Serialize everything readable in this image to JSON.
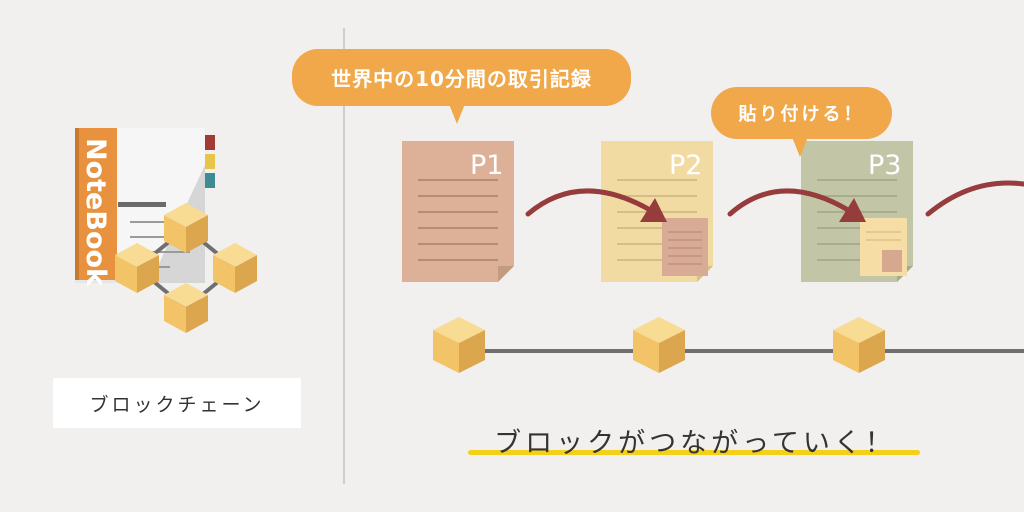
{
  "notebook": {
    "title": "NoteBook"
  },
  "label": "ブロックチェーン",
  "bubbles": {
    "record": "世界中の10分間の取引記録",
    "attach": "貼り付ける！"
  },
  "pages": [
    {
      "label": "P1",
      "color": "#dcb197"
    },
    {
      "label": "P2",
      "color": "#f2dba2"
    },
    {
      "label": "P3",
      "color": "#c3c6a6"
    }
  ],
  "caption": "ブロックがつながっていく！",
  "colors": {
    "background": "#f1f0ef",
    "bubble": "#f1a84a",
    "arrow": "#963c3c",
    "cube": "#f2c467",
    "chain_line": "#6f6f6f",
    "underline": "#f4d019",
    "notebook_spine": "#e8923f"
  }
}
